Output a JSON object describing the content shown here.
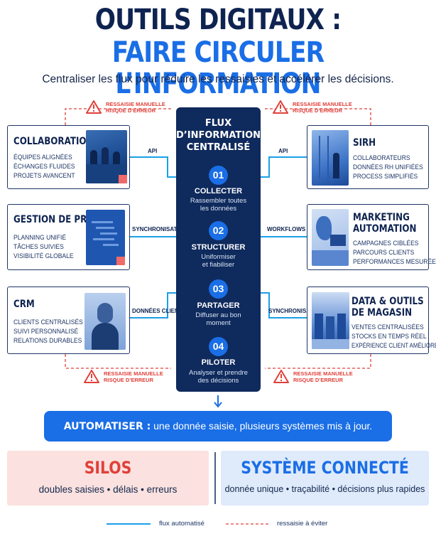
{
  "title": {
    "line1": "OUTILS DIGITAUX :",
    "line2": "FAIRE CIRCULER L’INFORMATION",
    "subtitle": "Centraliser les flux pour réduire les ressaisies et accélérer les décisions."
  },
  "warnings": {
    "top_left": [
      "RESSAISIE MANUELLE",
      "RISQUE D’ERREUR"
    ],
    "top_right": [
      "RESSAISIE MANUELLE",
      "RISQUE D’ERREUR"
    ],
    "bottom_left": [
      "RESSAISIE MANUELLE",
      "RISQUE D’ERREUR"
    ],
    "bottom_right": [
      "RESSAISIE MANUELLE",
      "RISQUE D’ERREUR"
    ]
  },
  "center": {
    "title": [
      "FLUX",
      "D’INFORMATION",
      "CENTRALISÉ"
    ],
    "steps": [
      {
        "num": "01",
        "title": "COLLECTER",
        "desc": [
          "Rassembler toutes",
          "les données"
        ]
      },
      {
        "num": "02",
        "title": "STRUCTURER",
        "desc": [
          "Uniformiser",
          "et fiabiliser"
        ]
      },
      {
        "num": "03",
        "title": "PARTAGER",
        "desc": [
          "Diffuser au bon",
          "moment"
        ]
      },
      {
        "num": "04",
        "title": "PILOTER",
        "desc": [
          "Analyser et prendre",
          "des décisions"
        ]
      }
    ]
  },
  "left_cards": [
    {
      "title": [
        "COLLABORATION"
      ],
      "lines": [
        "ÉQUIPES ALIGNÉES",
        "ÉCHANGES FLUIDES",
        "PROJETS AVANCENT"
      ],
      "connector": "API",
      "image": "team-meeting-photo"
    },
    {
      "title": [
        "GESTION DE PROJET"
      ],
      "lines": [
        "PLANNING UNIFIÉ",
        "TÂCHES SUIVIES",
        "VISIBILITÉ GLOBALE"
      ],
      "connector": "SYNCHRONISATION",
      "image": "gantt-chart-screen"
    },
    {
      "title": [
        "CRM"
      ],
      "lines": [
        "CLIENTS CENTRALISÉS",
        "SUIVI PERSONNALISÉ",
        "RELATIONS DURABLES"
      ],
      "connector": "DONNÉES CLIENT",
      "image": "woman-portrait-photo"
    }
  ],
  "right_cards": [
    {
      "title": [
        "SIRH"
      ],
      "lines": [
        "COLLABORATEURS",
        "DONNÉES RH UNIFIÉES",
        "PROCESS SIMPLIFIÉS"
      ],
      "connector": "API",
      "image": "office-window-photo"
    },
    {
      "title": [
        "MARKETING",
        "AUTOMATION"
      ],
      "lines": [
        "CAMPAGNES CIBLÉES",
        "PARCOURS CLIENTS",
        "PERFORMANCES MESURÉES"
      ],
      "connector": "WORKFLOWS",
      "image": "plant-desk-photo"
    },
    {
      "title": [
        "DATA & OUTILS",
        "DE MAGASIN"
      ],
      "lines": [
        "VENTES CENTRALISÉES",
        "STOCKS EN TEMPS RÉEL",
        "EXPÉRIENCE CLIENT AMÉLIORÉE"
      ],
      "connector": "SYNCHRONISATION",
      "image": "retail-store-photo"
    }
  ],
  "banner": {
    "bold": "AUTOMATISER :",
    "text": " une donnée saisie, plusieurs systèmes mis à jour."
  },
  "panels": {
    "silos": {
      "title": "SILOS",
      "sub": "doubles saisies • délais • erreurs"
    },
    "connected": {
      "title": "SYSTÈME CONNECTÉ",
      "sub": "donnée unique • traçabilité • décisions plus rapides"
    }
  },
  "legend": {
    "solid": "flux automatisé",
    "dashed": "ressaisie à éviter"
  },
  "colors": {
    "navy": "#0f2a5c",
    "blue": "#1a6ee6",
    "red": "#e0403a",
    "silos_bg": "#fbe1df",
    "connected_bg": "#dfeafb"
  }
}
